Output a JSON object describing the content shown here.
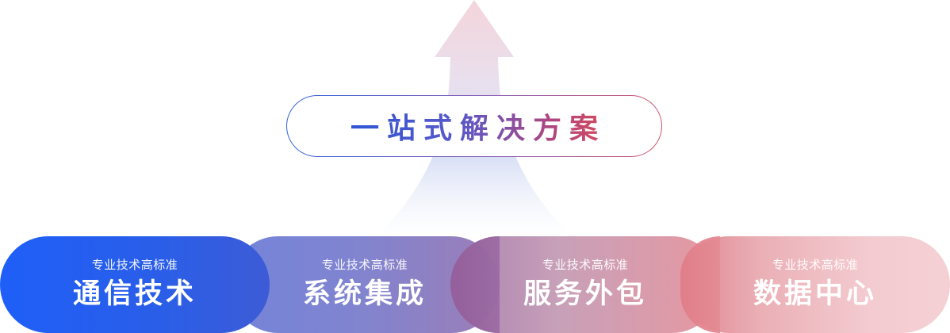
{
  "hero": {
    "title": "一站式解决方案"
  },
  "cards": [
    {
      "subtitle": "专业技术高标准",
      "title": "通信技术"
    },
    {
      "subtitle": "专业技术高标准",
      "title": "系统集成"
    },
    {
      "subtitle": "专业技术高标准",
      "title": "服务外包"
    },
    {
      "subtitle": "专业技术高标准",
      "title": "数据中心"
    }
  ],
  "colors": {
    "primary_blue": "#1f5ff8",
    "accent_purple": "#8a5fb6",
    "accent_red": "#d34a5e",
    "light_pink": "#f4d0d4"
  }
}
